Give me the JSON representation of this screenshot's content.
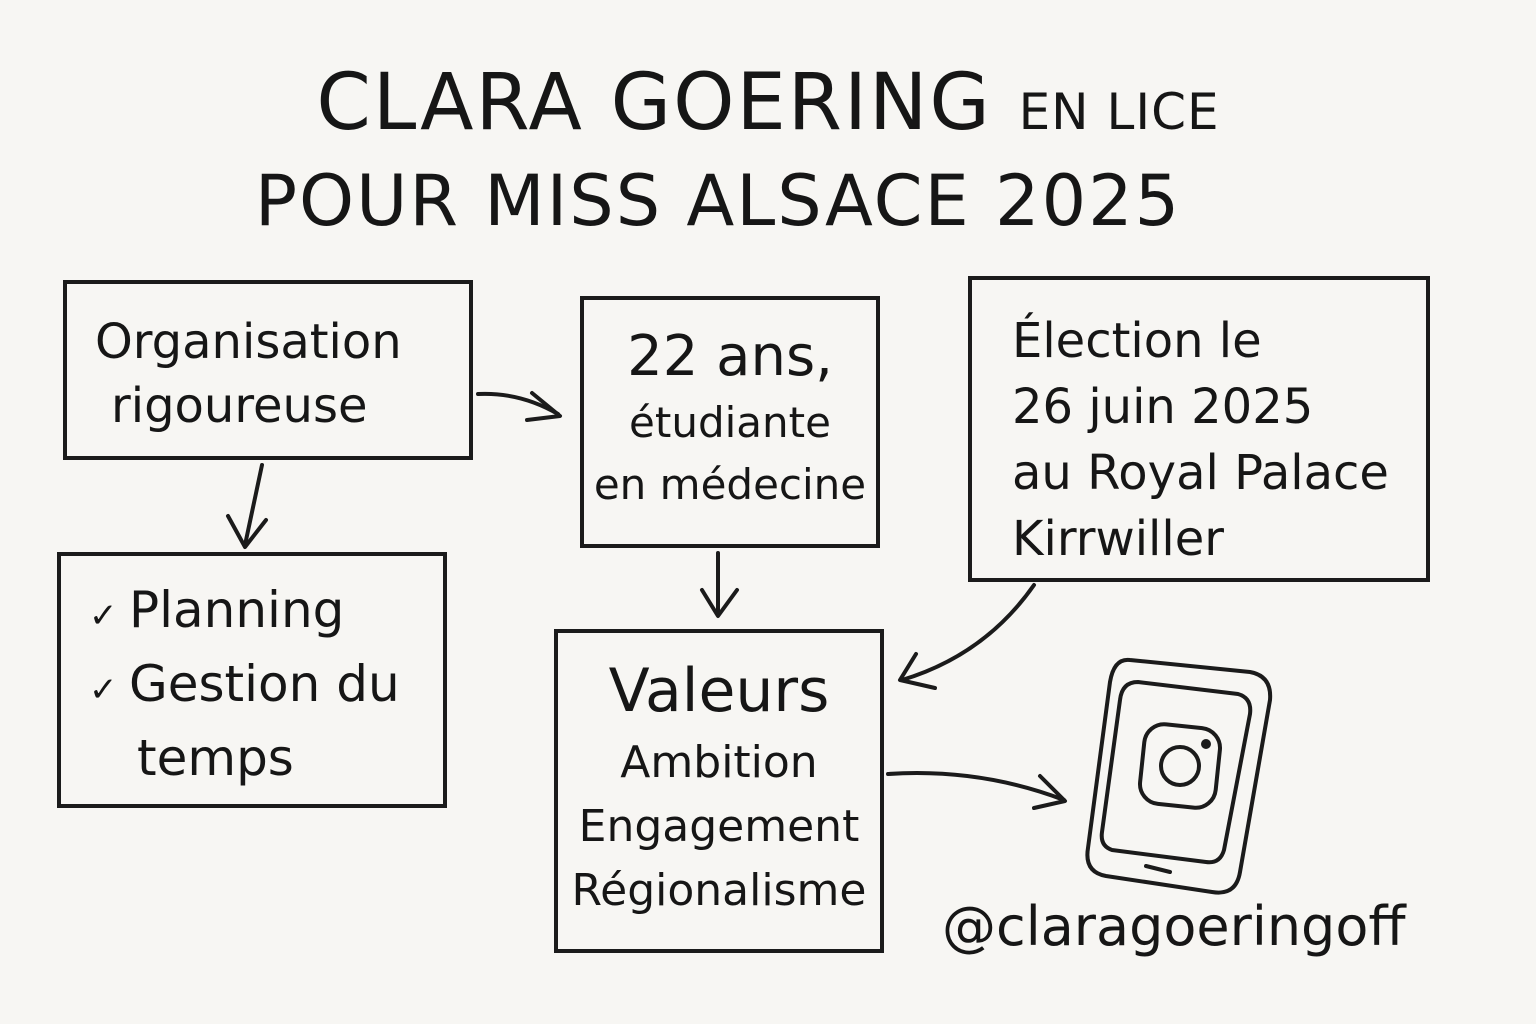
{
  "title": {
    "line1_main": "Clara Goering",
    "line1_small": "en lice",
    "line2": "pour Miss Alsace 2025"
  },
  "boxes": {
    "organisation": [
      "Organisation",
      "rigoureuse"
    ],
    "planning": {
      "items": [
        "Planning",
        "Gestion du",
        "temps"
      ],
      "check": "✓"
    },
    "profile": [
      "22 ans,",
      "étudiante",
      "en médecine"
    ],
    "election": [
      "Élection le",
      "26 juin 2025",
      "au Royal Palace",
      "Kirrwiller"
    ],
    "values": {
      "heading": "Valeurs",
      "items": [
        "Ambition",
        "Engagement",
        "Régionalisme"
      ]
    }
  },
  "social": {
    "icon": "instagram-phone-icon",
    "handle": "@claragoeringoff"
  },
  "colors": {
    "ink": "#161616",
    "paper": "#f7f6f3"
  }
}
